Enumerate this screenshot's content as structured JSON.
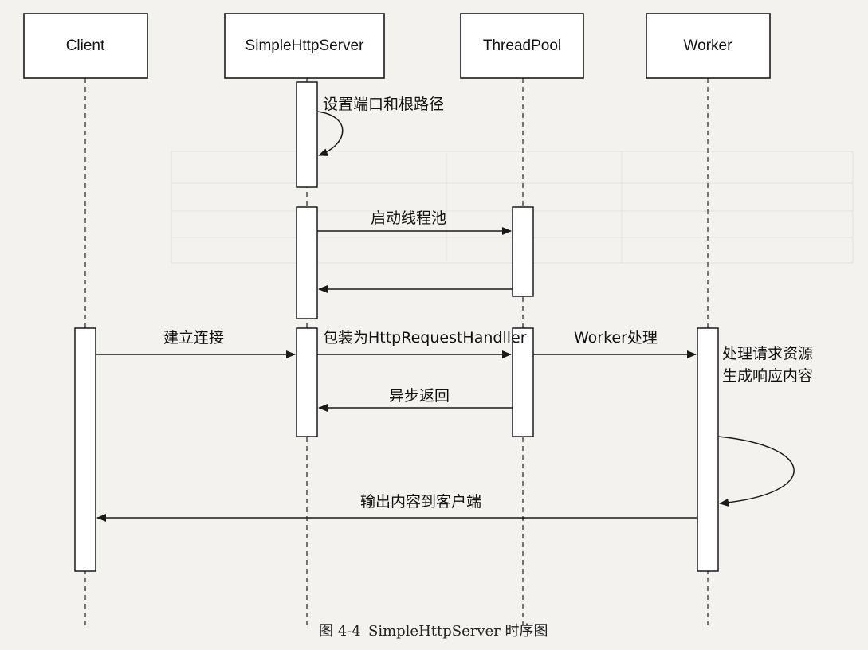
{
  "diagram": {
    "title": "SimpleHttpServer 时序图",
    "actors": [
      {
        "id": "client",
        "label": "Client"
      },
      {
        "id": "server",
        "label": "SimpleHttpServer"
      },
      {
        "id": "pool",
        "label": "ThreadPool"
      },
      {
        "id": "worker",
        "label": "Worker"
      }
    ],
    "messages": {
      "set_port": "设置端口和根路径",
      "start_pool": "启动线程池",
      "connect": "建立连接",
      "wrap": "包装为HttpRequestHandller",
      "worker_process": "Worker处理",
      "handle_line1": "处理请求资源",
      "handle_line2": "生成响应内容",
      "async_return": "异步返回",
      "output": "输出内容到客户端"
    },
    "caption": {
      "number": "图 4-4",
      "text": "SimpleHttpServer 时序图"
    }
  }
}
